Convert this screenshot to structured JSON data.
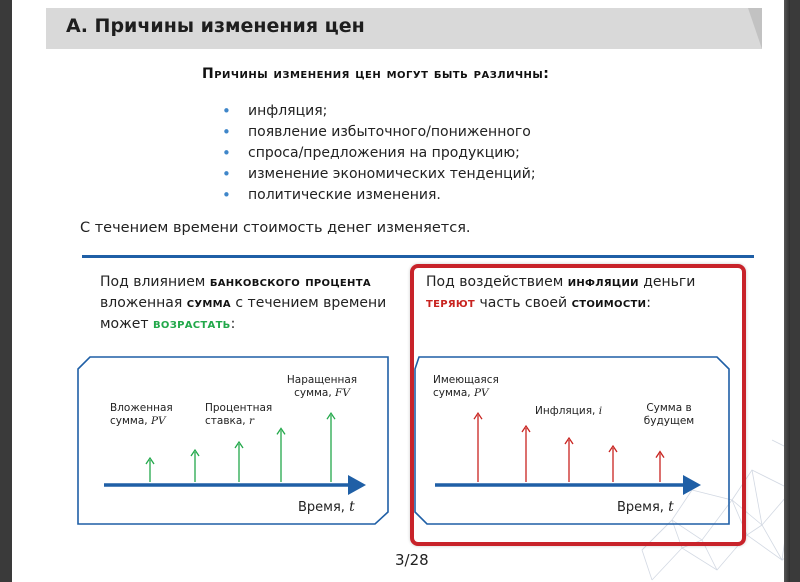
{
  "header": {
    "title": "А. Причины изменения цен"
  },
  "subtitle": "Причины изменения цен могут быть различны:",
  "bullets": [
    "инфляция;",
    "появление избыточного/пониженного",
    "спроса/предложения на продукцию;",
    "изменение экономических тенденций;",
    "политические изменения."
  ],
  "sentence": "С течением времени стоимость денег изменяется.",
  "left_panel": {
    "t1": "Под влиянием ",
    "k1": "банковского процента",
    "t2": "вложенная ",
    "k2": "сумма",
    "t3": " с течением времени",
    "t4": "может ",
    "k3": "возрастать",
    "t5": ":",
    "labels": {
      "invested_1": "Вложенная",
      "invested_2": "сумма, ",
      "invested_var": "PV",
      "rate_1": "Процентная",
      "rate_2": "ставка, ",
      "rate_var": "r",
      "accrued_1": "Наращенная",
      "accrued_2": "сумма, ",
      "accrued_var": "FV"
    },
    "axis": {
      "text": "Время, ",
      "var": "t"
    }
  },
  "right_panel": {
    "t1": "Под воздействием ",
    "k1": "инфляции",
    "t2": " деньги",
    "k2": "теряют",
    "t3": " часть своей ",
    "k3": "стоимости",
    "t4": ":",
    "labels": {
      "available_1": "Имеющаяся",
      "available_2": "сумма, ",
      "available_var": "PV",
      "inflation_1": "Инфляция, ",
      "inflation_var": "i",
      "future_1": "Сумма в",
      "future_2": "будущем"
    },
    "axis": {
      "text": "Время, ",
      "var": "t"
    }
  },
  "arrows_left": [
    0.3,
    0.4,
    0.5,
    0.67,
    0.86
  ],
  "arrows_right": [
    0.86,
    0.7,
    0.55,
    0.45,
    0.38
  ],
  "colors": {
    "blue": "#1f5fa6",
    "green": "#22a84a",
    "red": "#c8231f",
    "bullet": "#3f86c9",
    "frame": "#c8232a"
  },
  "footer": {
    "page": "3/28"
  }
}
